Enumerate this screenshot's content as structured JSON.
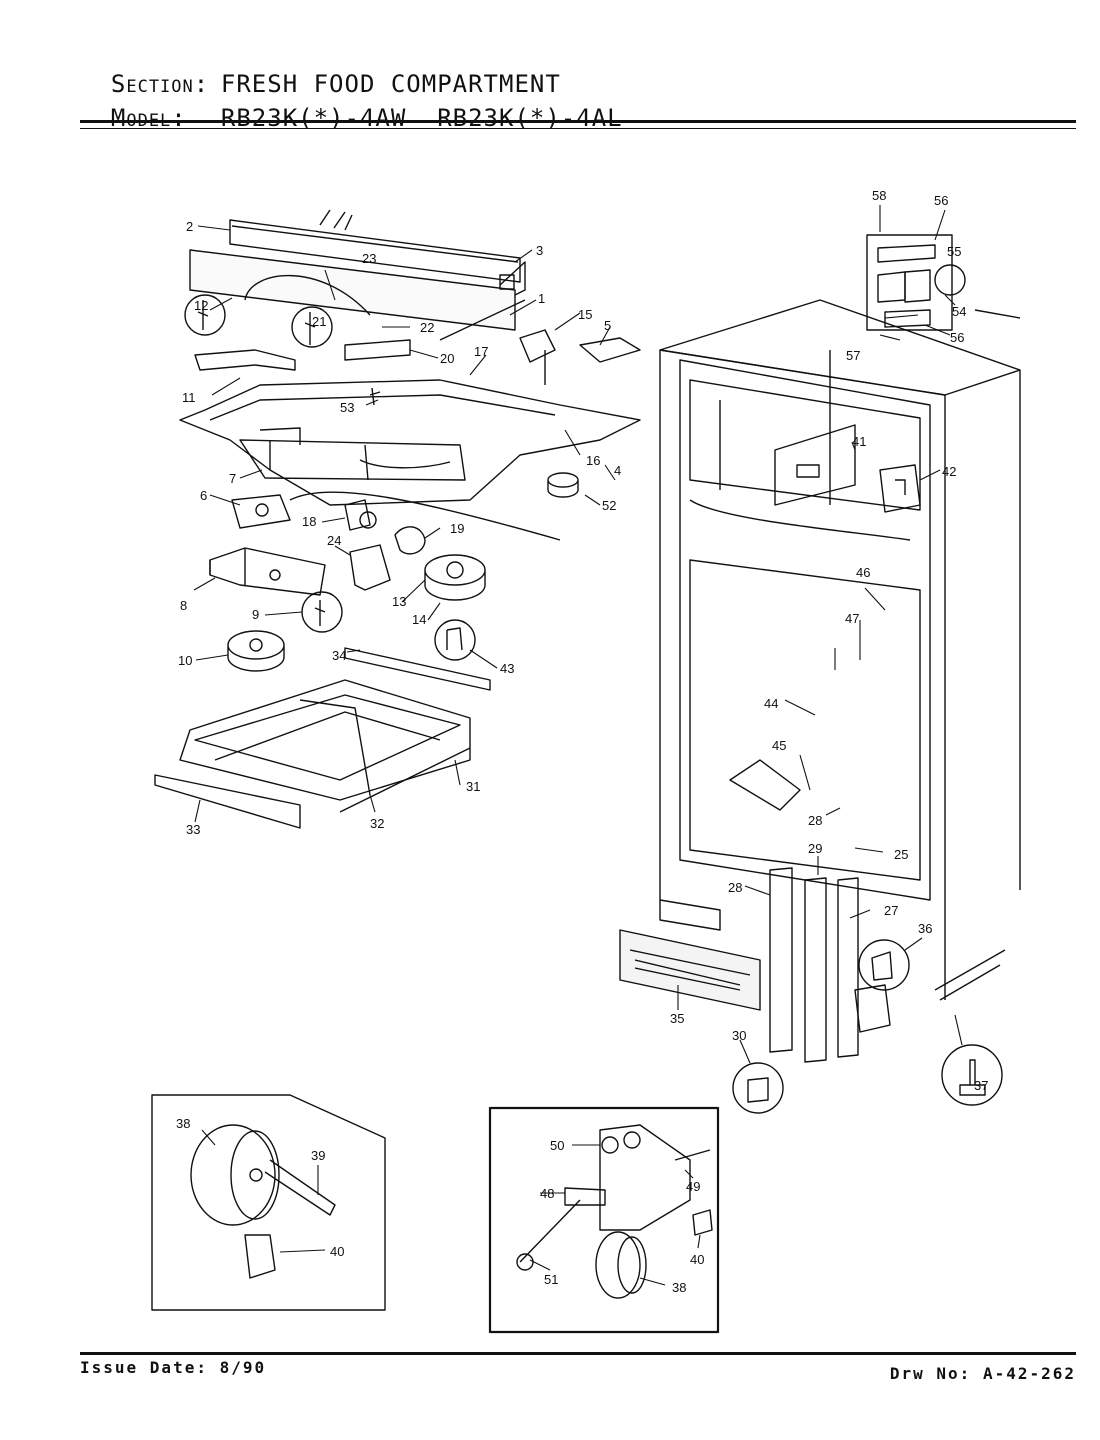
{
  "header": {
    "section_label": "Section:",
    "section_value": "FRESH FOOD COMPARTMENT",
    "model_label": "Model:",
    "model_value": "RB23K(*)-4AW  RB23K(*)-4AL"
  },
  "footer": {
    "issue_date": "Issue Date: 8/90",
    "drawing_number": "Drw No: A-42-262"
  },
  "callouts": [
    "1",
    "2",
    "3",
    "4",
    "5",
    "6",
    "7",
    "8",
    "9",
    "10",
    "11",
    "12",
    "13",
    "14",
    "15",
    "16",
    "17",
    "18",
    "19",
    "20",
    "21",
    "22",
    "23",
    "24",
    "25",
    "27",
    "28",
    "29",
    "30",
    "31",
    "32",
    "33",
    "34",
    "35",
    "36",
    "37",
    "38",
    "39",
    "40",
    "41",
    "42",
    "43",
    "44",
    "45",
    "46",
    "47",
    "48",
    "49",
    "50",
    "51",
    "52",
    "53",
    "54",
    "55",
    "56",
    "57",
    "58"
  ],
  "colors": {
    "ink": "#111111",
    "paper": "#ffffff"
  }
}
